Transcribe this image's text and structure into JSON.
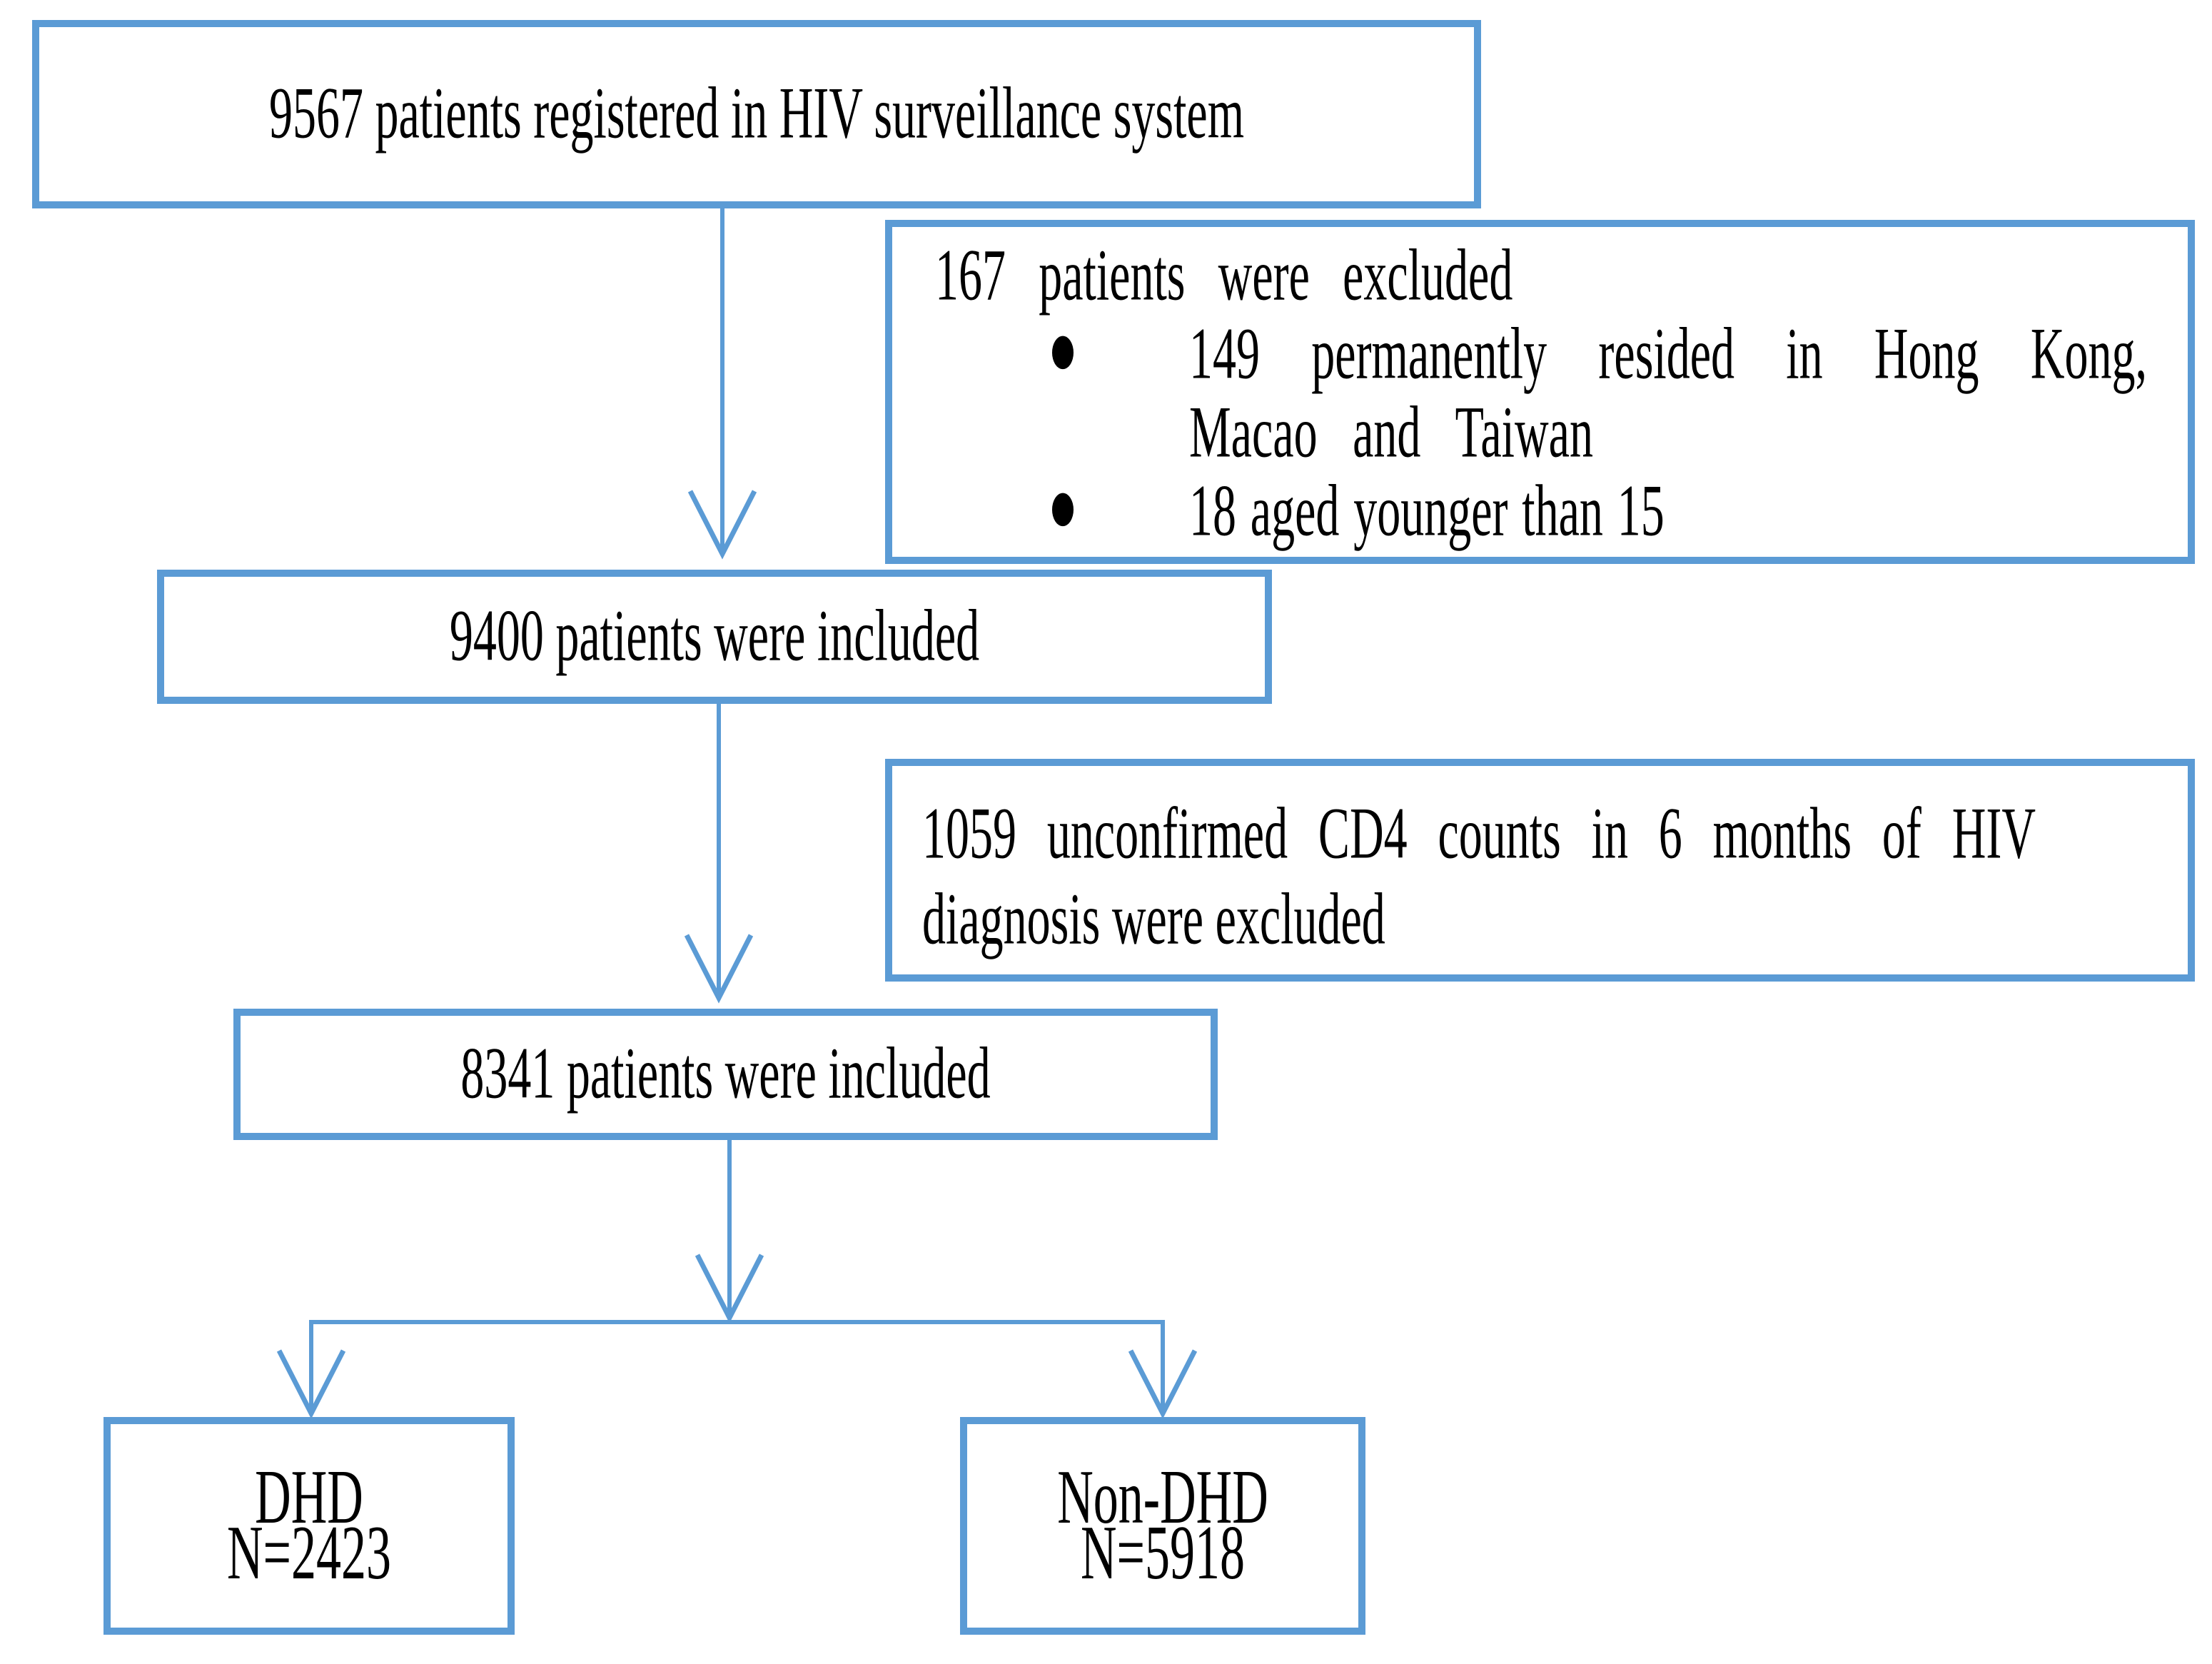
{
  "colors": {
    "accent": "#5B9BD5",
    "text": "#000000",
    "background": "#FFFFFF"
  },
  "boxes": {
    "registered": {
      "text": "9567 patients registered in HIV surveillance system"
    },
    "excluded_initial": {
      "title": "167 patients were excluded",
      "bullets": [
        {
          "lines": [
            "149 permanently resided in Hong Kong,",
            "Macao and Taiwan"
          ]
        },
        {
          "lines": [
            "18 aged younger than 15"
          ]
        }
      ]
    },
    "included_first": {
      "text": "9400 patients were included"
    },
    "excluded_cd4": {
      "lines": [
        "1059 unconfirmed CD4 counts in 6 months of HIV",
        "diagnosis were excluded"
      ]
    },
    "included_second": {
      "text": "8341 patients were included"
    },
    "dhd": {
      "label": "DHD",
      "count": "N=2423"
    },
    "non_dhd": {
      "label": "Non-DHD",
      "count": "N=5918"
    }
  }
}
